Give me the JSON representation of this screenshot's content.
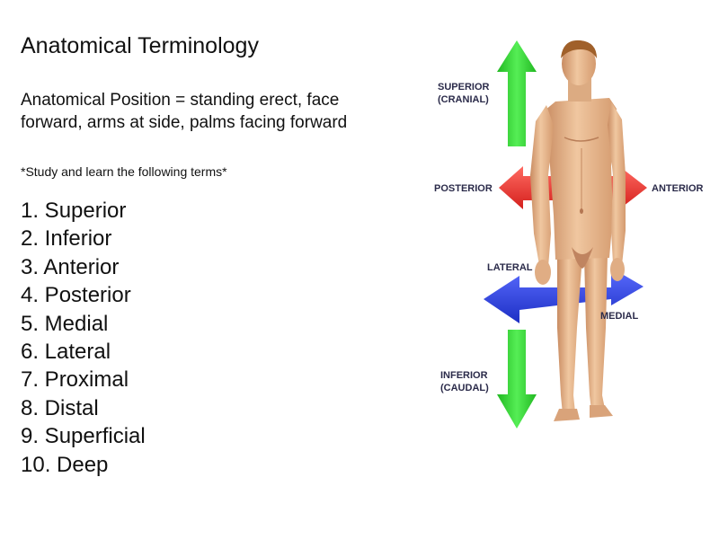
{
  "title": "Anatomical Terminology",
  "definition": {
    "line1": "Anatomical Position = standing erect, face",
    "line2": "forward, arms at side, palms facing forward"
  },
  "instruction": "*Study and learn the following terms*",
  "terms": [
    "1. Superior",
    "2. Inferior",
    "3. Anterior",
    "4. Posterior",
    "5. Medial",
    "6. Lateral",
    "7. Proximal",
    "8. Distal",
    "9. Superficial",
    "10. Deep"
  ],
  "figure": {
    "superior": "SUPERIOR",
    "cranial": "(CRANIAL)",
    "posterior": "POSTERIOR",
    "anterior": "ANTERIOR",
    "lateral": "LATERAL",
    "medial": "MEDIAL",
    "inferior": "INFERIOR",
    "caudal": "(CAUDAL)"
  },
  "colors": {
    "superior_inferior_arrow": "#3ddc3d",
    "anterior_posterior_arrow": "#e8322e",
    "medial_lateral_arrow": "#2f45e0",
    "skin": "#e8b98e",
    "hair": "#a0602a"
  }
}
